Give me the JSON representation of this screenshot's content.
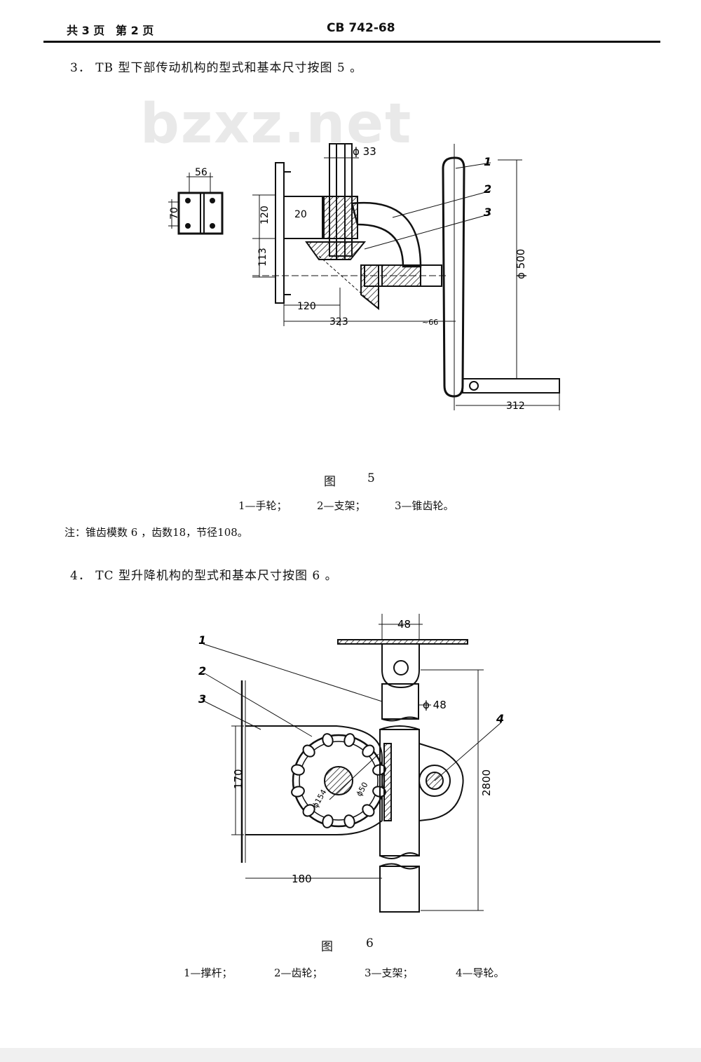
{
  "header": {
    "pages": "共 3 页",
    "page_no": "第 2 页",
    "standard": "CB 742-68"
  },
  "section3": {
    "text": "3．  TB 型下部传动机构的型式和基本尺寸按图 5 。"
  },
  "watermark": "bzxz.net",
  "figure5": {
    "caption_label": "图",
    "caption_num": "5",
    "legend": [
      "1—手轮；",
      "2—支架；",
      "3—锥齿轮。"
    ],
    "dims": {
      "d56": "56",
      "d70": "70",
      "d120v": "120",
      "d113": "113",
      "d20": "20",
      "phi33": "ϕ 33",
      "phi500": "ϕ 500",
      "d120h": "120",
      "d323": "323",
      "d66": "~66",
      "d312": "312"
    },
    "callouts": [
      "1",
      "2",
      "3"
    ]
  },
  "note": "注：锥齿模数 6 ，齿数18，节径108。",
  "section4": {
    "text": "4．  TC 型升降机构的型式和基本尺寸按图 6 。"
  },
  "figure6": {
    "caption_label": "图",
    "caption_num": "6",
    "legend": [
      "1—撑杆；",
      "2—齿轮；",
      "3—支架；",
      "4—导轮。"
    ],
    "dims": {
      "d48": "48",
      "phi48": "ϕ 48",
      "d170": "170",
      "d180": "180",
      "d2800": "2800",
      "phi154": "ϕ154",
      "phi50": "ϕ50"
    },
    "callouts": [
      "1",
      "2",
      "3",
      "4"
    ]
  }
}
